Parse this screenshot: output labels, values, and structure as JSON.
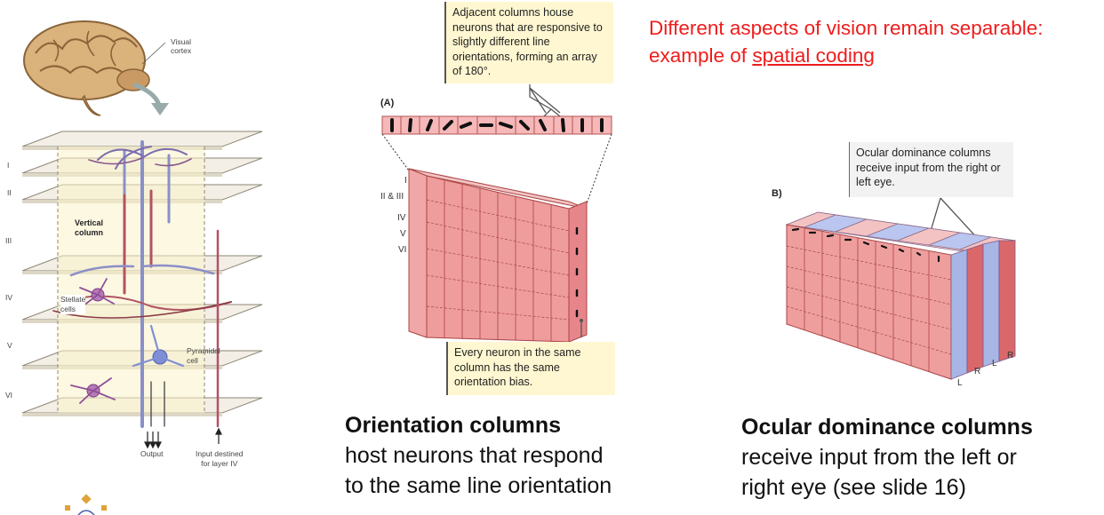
{
  "headline": {
    "line1": "Different aspects of vision remain separable:",
    "line2_prefix": "example of ",
    "line2_link": "spatial coding"
  },
  "left_figure": {
    "brain_label": "Visual\ncortex",
    "layers": [
      "I",
      "II",
      "III",
      "IV",
      "V",
      "VI"
    ],
    "vertical_column_label": "Vertical\ncolumn",
    "stellate_label": "Stellate\ncells",
    "pyramidal_label": "Pyramidal\ncell",
    "output_label": "Output",
    "input_label": "Input destined\nfor layer IV"
  },
  "orientation_figure": {
    "panel_label": "(A)",
    "callout_top": "Adjacent columns house neurons that are responsive to slightly different line orientations, forming an array of 180°.",
    "callout_bottom": "Every neuron in the same column has the same orientation bias.",
    "layers": [
      "I",
      "II & III",
      "IV",
      "V",
      "VI"
    ],
    "caption_title": "Orientation columns",
    "caption_line1": "host neurons that respond",
    "caption_line2": "to the same line orientation"
  },
  "ocular_figure": {
    "panel_label": "B)",
    "callout": "Ocular dominance columns receive input from the right or left eye.",
    "eye_labels": [
      "L",
      "R",
      "L",
      "R"
    ],
    "caption_title": "Ocular dominance columns",
    "caption_line1": "receive input from the left or",
    "caption_line2": "right eye (see slide 16)"
  },
  "colors": {
    "headline": "#ee1c1c",
    "column_pink": "#f1a7a7",
    "column_red": "#d9686a",
    "column_blue": "#a8b6e6",
    "callout_bg": "#fff7d1"
  }
}
